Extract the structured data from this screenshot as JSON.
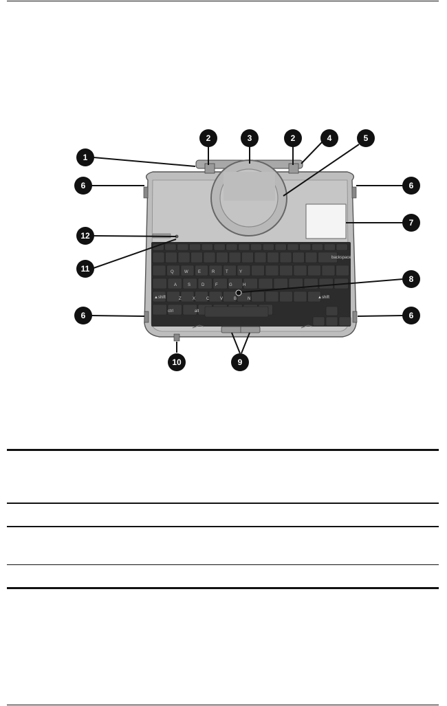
{
  "figure": {
    "callouts": [
      {
        "label": "1"
      },
      {
        "label": "2"
      },
      {
        "label": "3"
      },
      {
        "label": "2"
      },
      {
        "label": "4"
      },
      {
        "label": "5"
      },
      {
        "label": "6"
      },
      {
        "label": "6"
      },
      {
        "label": "7"
      },
      {
        "label": "12"
      },
      {
        "label": "11"
      },
      {
        "label": "8"
      },
      {
        "label": "6"
      },
      {
        "label": "6"
      },
      {
        "label": "10"
      },
      {
        "label": "9"
      }
    ],
    "keyboard_labels": {
      "q": "Q",
      "w": "W",
      "e": "E",
      "r": "R",
      "t": "T",
      "y": "Y",
      "a": "A",
      "s": "S",
      "d": "D",
      "f": "F",
      "g": "G",
      "h": "H",
      "z": "Z",
      "x": "X",
      "c": "C",
      "v": "V",
      "b": "B",
      "n": "N",
      "shift": "▲shift",
      "ctrl": "ctrl",
      "alt": "alt",
      "backspace": "backspace"
    }
  },
  "colors": {
    "rule": "#111111",
    "device_body": "#b9b9b9",
    "keys": "#3c3c3c"
  }
}
